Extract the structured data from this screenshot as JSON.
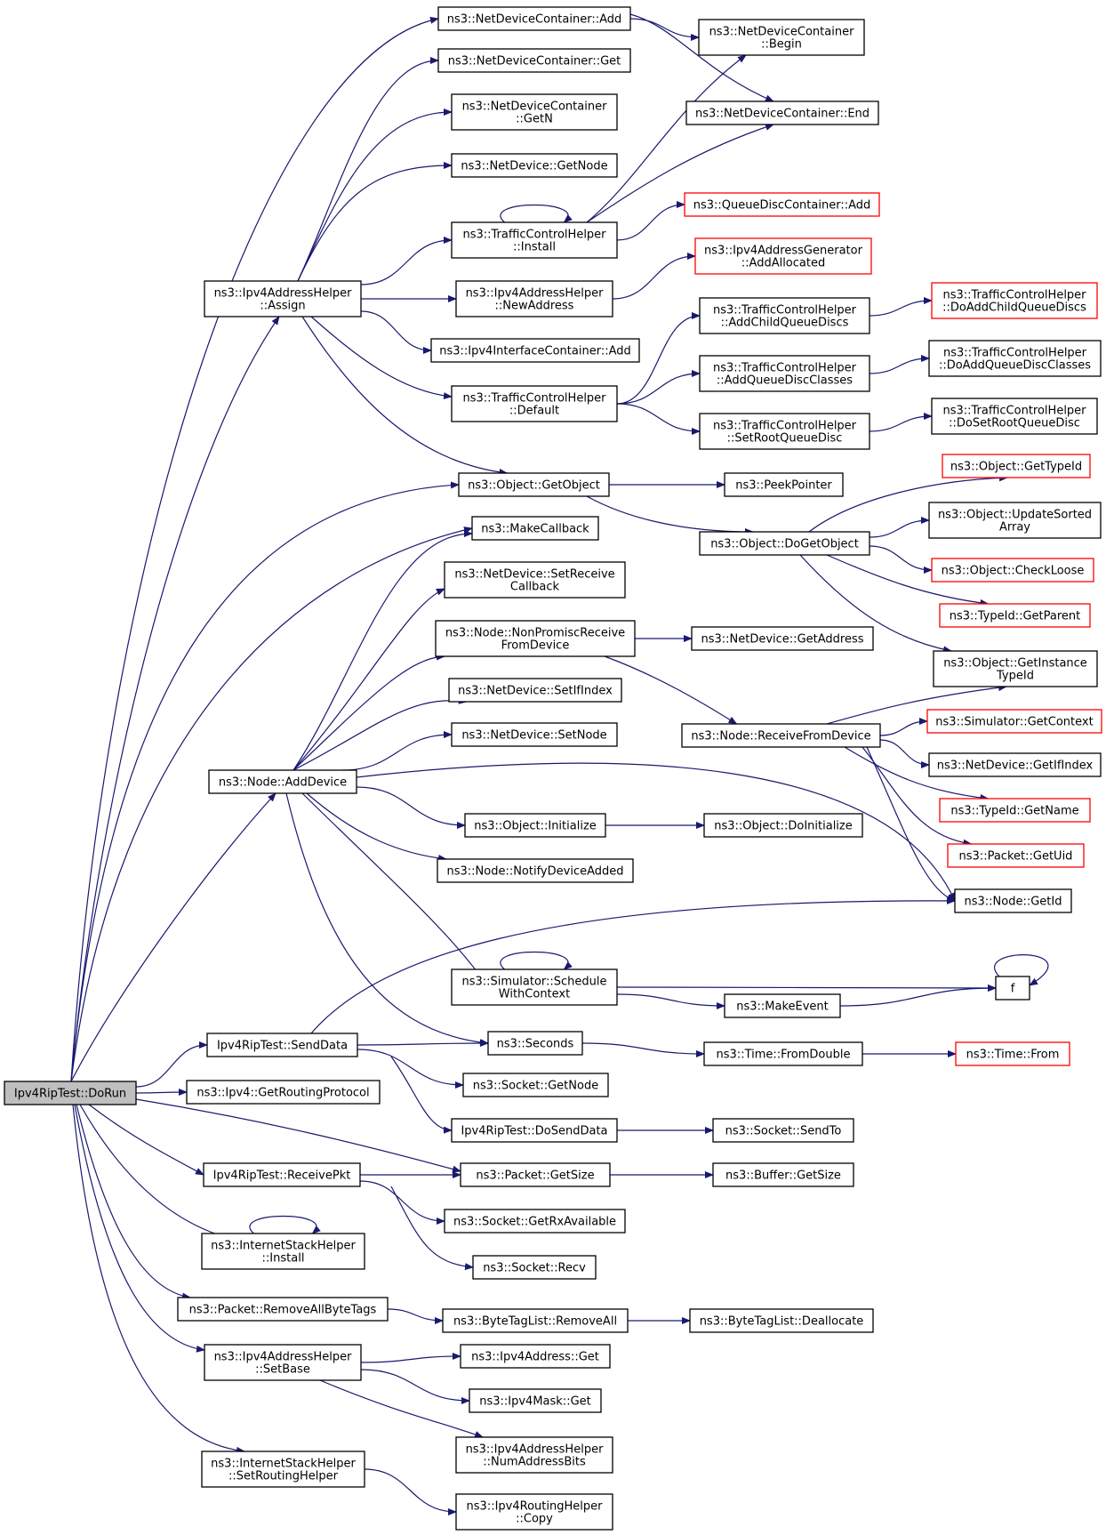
{
  "colors": {
    "edge": "#191970",
    "node_border": "#000000",
    "node_border_truncated": "#ff0000",
    "node_fill": "#ffffff",
    "root_fill": "#bfbfbf",
    "text": "#000000"
  },
  "nodes": [
    {
      "id": "n_dorun",
      "lines": [
        "Ipv4RipTest::DoRun"
      ],
      "root": true
    },
    {
      "id": "n_ndc_add",
      "lines": [
        "ns3::NetDeviceContainer::Add"
      ]
    },
    {
      "id": "n_ndc_begin",
      "lines": [
        "ns3::NetDeviceContainer",
        "::Begin"
      ]
    },
    {
      "id": "n_ndc_get",
      "lines": [
        "ns3::NetDeviceContainer::Get"
      ]
    },
    {
      "id": "n_ndc_getn",
      "lines": [
        "ns3::NetDeviceContainer",
        "::GetN"
      ]
    },
    {
      "id": "n_ndc_end",
      "lines": [
        "ns3::NetDeviceContainer::End"
      ]
    },
    {
      "id": "n_nd_getnode",
      "lines": [
        "ns3::NetDevice::GetNode"
      ]
    },
    {
      "id": "n_qdc_add",
      "lines": [
        "ns3::QueueDiscContainer::Add"
      ],
      "truncated": true
    },
    {
      "id": "n_tch_install",
      "lines": [
        "ns3::TrafficControlHelper",
        "::Install"
      ]
    },
    {
      "id": "n_iag_addalloc",
      "lines": [
        "ns3::Ipv4AddressGenerator",
        "::AddAllocated"
      ],
      "truncated": true
    },
    {
      "id": "n_iah_assign",
      "lines": [
        "ns3::Ipv4AddressHelper",
        "::Assign"
      ]
    },
    {
      "id": "n_iah_newaddr",
      "lines": [
        "ns3::Ipv4AddressHelper",
        "::NewAddress"
      ]
    },
    {
      "id": "n_tch_addchild",
      "lines": [
        "ns3::TrafficControlHelper",
        "::AddChildQueueDiscs"
      ]
    },
    {
      "id": "n_tch_doaddchild",
      "lines": [
        "ns3::TrafficControlHelper",
        "::DoAddChildQueueDiscs"
      ],
      "truncated": true
    },
    {
      "id": "n_iic_add",
      "lines": [
        "ns3::Ipv4InterfaceContainer::Add"
      ]
    },
    {
      "id": "n_tch_default",
      "lines": [
        "ns3::TrafficControlHelper",
        "::Default"
      ]
    },
    {
      "id": "n_tch_addqdc",
      "lines": [
        "ns3::TrafficControlHelper",
        "::AddQueueDiscClasses"
      ]
    },
    {
      "id": "n_tch_doaddqdc",
      "lines": [
        "ns3::TrafficControlHelper",
        "::DoAddQueueDiscClasses"
      ]
    },
    {
      "id": "n_tch_setroot",
      "lines": [
        "ns3::TrafficControlHelper",
        "::SetRootQueueDisc"
      ]
    },
    {
      "id": "n_tch_dosetroot",
      "lines": [
        "ns3::TrafficControlHelper",
        "::DoSetRootQueueDisc"
      ]
    },
    {
      "id": "n_obj_gettypeid",
      "lines": [
        "ns3::Object::GetTypeId"
      ],
      "truncated": true
    },
    {
      "id": "n_obj_getobject",
      "lines": [
        "ns3::Object::GetObject"
      ]
    },
    {
      "id": "n_peekpointer",
      "lines": [
        "ns3::PeekPointer"
      ]
    },
    {
      "id": "n_obj_updatesorted",
      "lines": [
        "ns3::Object::UpdateSorted",
        "Array"
      ]
    },
    {
      "id": "n_makecallback",
      "lines": [
        "ns3::MakeCallback"
      ]
    },
    {
      "id": "n_obj_dogetobject",
      "lines": [
        "ns3::Object::DoGetObject"
      ]
    },
    {
      "id": "n_obj_checkloose",
      "lines": [
        "ns3::Object::CheckLoose"
      ],
      "truncated": true
    },
    {
      "id": "n_nd_setreceive",
      "lines": [
        "ns3::NetDevice::SetReceive",
        "Callback"
      ]
    },
    {
      "id": "n_typeid_getparent",
      "lines": [
        "ns3::TypeId::GetParent"
      ],
      "truncated": true
    },
    {
      "id": "n_node_nonpromisc",
      "lines": [
        "ns3::Node::NonPromiscReceive",
        "FromDevice"
      ]
    },
    {
      "id": "n_nd_getaddress",
      "lines": [
        "ns3::NetDevice::GetAddress"
      ]
    },
    {
      "id": "n_obj_getinstance",
      "lines": [
        "ns3::Object::GetInstance",
        "TypeId"
      ]
    },
    {
      "id": "n_nd_setifindex",
      "lines": [
        "ns3::NetDevice::SetIfIndex"
      ]
    },
    {
      "id": "n_sim_getcontext",
      "lines": [
        "ns3::Simulator::GetContext"
      ],
      "truncated": true
    },
    {
      "id": "n_nd_setnode",
      "lines": [
        "ns3::NetDevice::SetNode"
      ]
    },
    {
      "id": "n_node_recvfromdev",
      "lines": [
        "ns3::Node::ReceiveFromDevice"
      ]
    },
    {
      "id": "n_nd_getifindex",
      "lines": [
        "ns3::NetDevice::GetIfIndex"
      ]
    },
    {
      "id": "n_node_adddevice",
      "lines": [
        "ns3::Node::AddDevice"
      ]
    },
    {
      "id": "n_typeid_getname",
      "lines": [
        "ns3::TypeId::GetName"
      ],
      "truncated": true
    },
    {
      "id": "n_obj_initialize",
      "lines": [
        "ns3::Object::Initialize"
      ]
    },
    {
      "id": "n_obj_doinitialize",
      "lines": [
        "ns3::Object::DoInitialize"
      ]
    },
    {
      "id": "n_packet_getuid",
      "lines": [
        "ns3::Packet::GetUid"
      ],
      "truncated": true
    },
    {
      "id": "n_node_notifyadded",
      "lines": [
        "ns3::Node::NotifyDeviceAdded"
      ]
    },
    {
      "id": "n_node_getid",
      "lines": [
        "ns3::Node::GetId"
      ]
    },
    {
      "id": "n_f",
      "lines": [
        "f"
      ]
    },
    {
      "id": "n_sim_schedule",
      "lines": [
        "ns3::Simulator::Schedule",
        "WithContext"
      ]
    },
    {
      "id": "n_makeevent",
      "lines": [
        "ns3::MakeEvent"
      ]
    },
    {
      "id": "n_senddata",
      "lines": [
        "Ipv4RipTest::SendData"
      ]
    },
    {
      "id": "n_seconds",
      "lines": [
        "ns3::Seconds"
      ]
    },
    {
      "id": "n_time_fromdouble",
      "lines": [
        "ns3::Time::FromDouble"
      ]
    },
    {
      "id": "n_time_from",
      "lines": [
        "ns3::Time::From"
      ],
      "truncated": true
    },
    {
      "id": "n_ipv4_getrouting",
      "lines": [
        "ns3::Ipv4::GetRoutingProtocol"
      ]
    },
    {
      "id": "n_socket_getnode",
      "lines": [
        "ns3::Socket::GetNode"
      ]
    },
    {
      "id": "n_dosenddata",
      "lines": [
        "Ipv4RipTest::DoSendData"
      ]
    },
    {
      "id": "n_socket_sendto",
      "lines": [
        "ns3::Socket::SendTo"
      ]
    },
    {
      "id": "n_receivepkt",
      "lines": [
        "Ipv4RipTest::ReceivePkt"
      ]
    },
    {
      "id": "n_packet_getsize",
      "lines": [
        "ns3::Packet::GetSize"
      ]
    },
    {
      "id": "n_buffer_getsize",
      "lines": [
        "ns3::Buffer::GetSize"
      ]
    },
    {
      "id": "n_socket_getrx",
      "lines": [
        "ns3::Socket::GetRxAvailable"
      ]
    },
    {
      "id": "n_ish_install",
      "lines": [
        "ns3::InternetStackHelper",
        "::Install"
      ]
    },
    {
      "id": "n_socket_recv",
      "lines": [
        "ns3::Socket::Recv"
      ]
    },
    {
      "id": "n_packet_removeall",
      "lines": [
        "ns3::Packet::RemoveAllByteTags"
      ]
    },
    {
      "id": "n_btl_removeall",
      "lines": [
        "ns3::ByteTagList::RemoveAll"
      ]
    },
    {
      "id": "n_btl_dealloc",
      "lines": [
        "ns3::ByteTagList::Deallocate"
      ]
    },
    {
      "id": "n_iah_setbase",
      "lines": [
        "ns3::Ipv4AddressHelper",
        "::SetBase"
      ]
    },
    {
      "id": "n_ipv4addr_get",
      "lines": [
        "ns3::Ipv4Address::Get"
      ]
    },
    {
      "id": "n_ipv4mask_get",
      "lines": [
        "ns3::Ipv4Mask::Get"
      ]
    },
    {
      "id": "n_iah_numbits",
      "lines": [
        "ns3::Ipv4AddressHelper",
        "::NumAddressBits"
      ]
    },
    {
      "id": "n_ish_setrouting",
      "lines": [
        "ns3::InternetStackHelper",
        "::SetRoutingHelper"
      ]
    },
    {
      "id": "n_irh_copy",
      "lines": [
        "ns3::Ipv4RoutingHelper",
        "::Copy"
      ]
    }
  ]
}
